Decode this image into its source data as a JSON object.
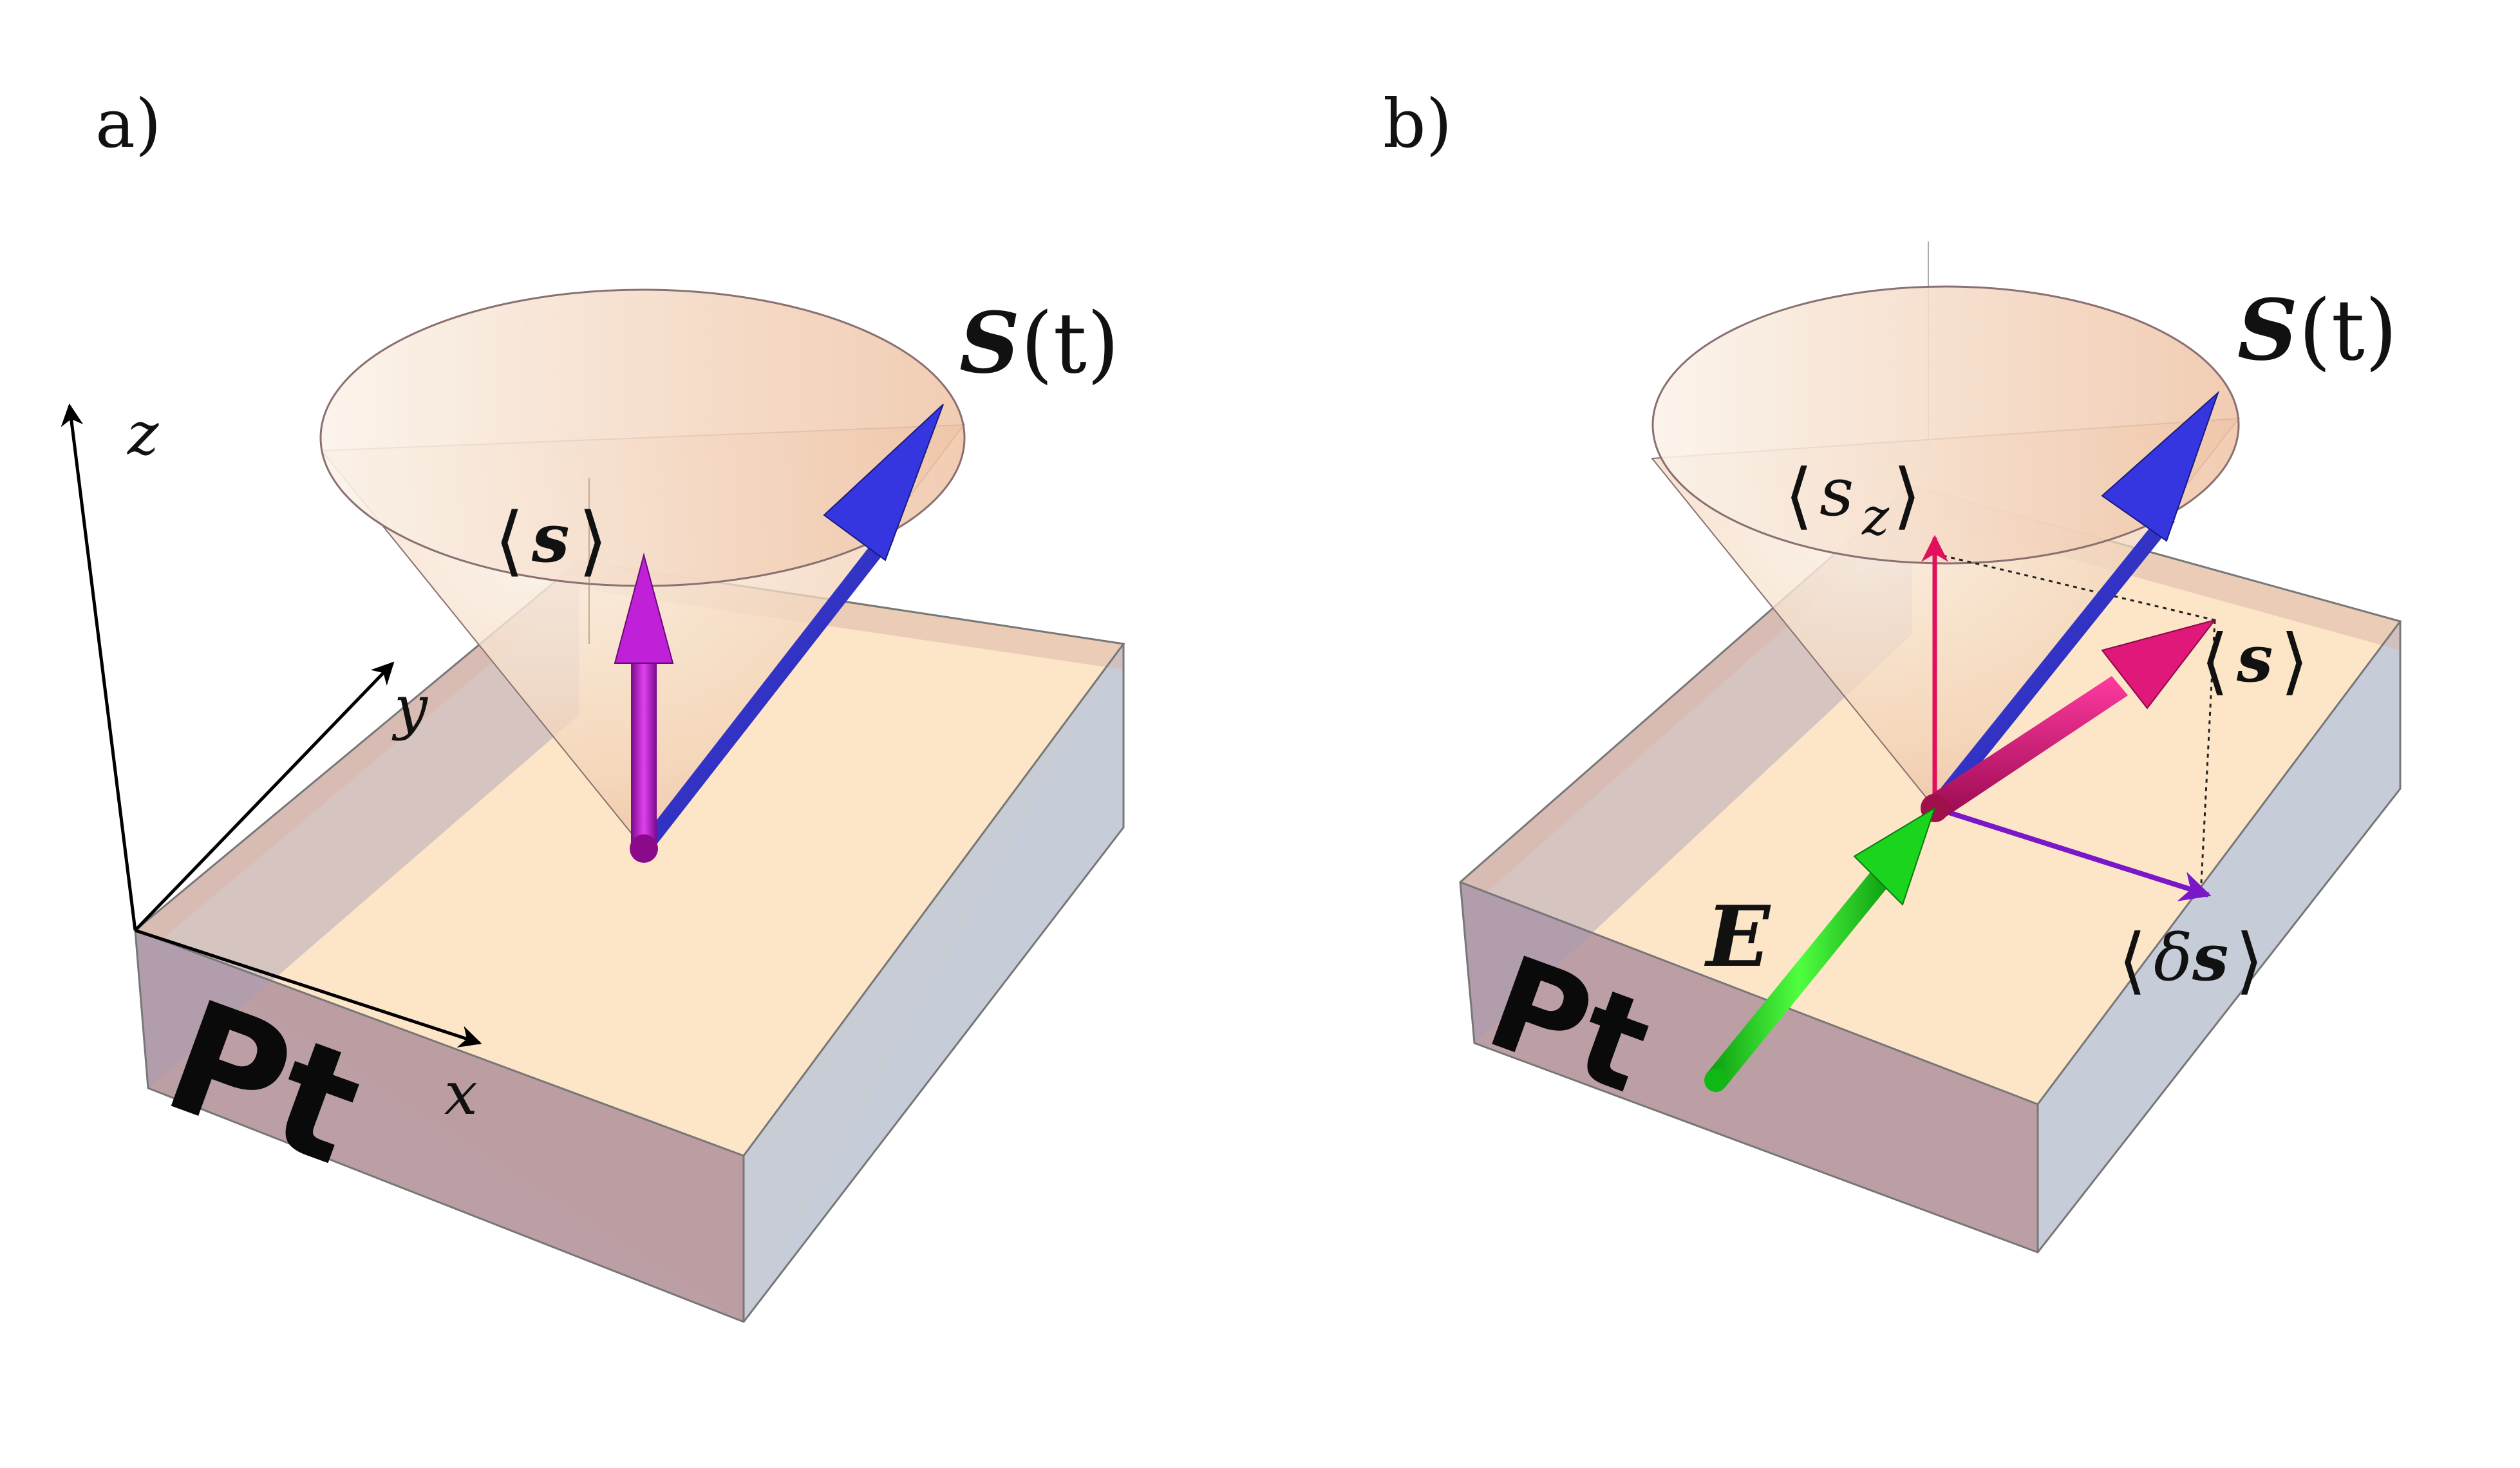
{
  "panels": {
    "a": {
      "label": "a)",
      "axes": {
        "x": "x",
        "y": "y",
        "z": "z"
      },
      "spin_label": "S",
      "spin_arg": "(t)",
      "avg_spin": {
        "open": "⟨",
        "symbol": "s",
        "close": "⟩"
      },
      "material": "Pt"
    },
    "b": {
      "label": "b)",
      "spin_label": "S",
      "spin_arg": "(t)",
      "avg_sz": {
        "open": "⟨",
        "symbol": "s",
        "sub": "z",
        "close": "⟩"
      },
      "avg_spin": {
        "open": "⟨",
        "symbol": "s",
        "close": "⟩"
      },
      "avg_dspin": {
        "open": "⟨",
        "delta": "δ",
        "symbol": "s",
        "close": "⟩"
      },
      "field": "E",
      "material": "Pt"
    }
  },
  "colors": {
    "block_top": "#fde2bd",
    "block_front": "#b89aa0",
    "block_side": "#c4cad6",
    "block_back": "#a79bb8",
    "cone": "#f0c9a6",
    "spin_arrow": "#2d2fc0",
    "avg_arrow": "#a010b0",
    "sz_arrow": "#e0105a",
    "dspin_arrow": "#7a18c8",
    "field_arrow": "#16d61a"
  }
}
